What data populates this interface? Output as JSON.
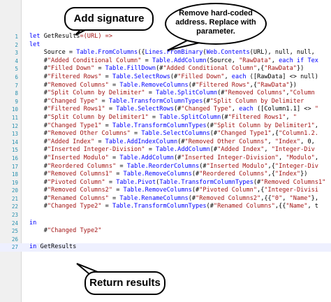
{
  "callouts": {
    "signature": "Add signature",
    "remove_hardcoded": "Remove hard-coded address. Replace with parameter.",
    "return_results": "Return results"
  },
  "lines": [
    {
      "n": "1",
      "tokens": [
        {
          "t": "let ",
          "c": "kw"
        },
        {
          "t": "GetResults",
          "c": "id"
        },
        {
          "t": "=(URL) =>",
          "c": "str"
        }
      ]
    },
    {
      "n": "2",
      "tokens": [
        {
          "t": "let",
          "c": "kw"
        }
      ]
    },
    {
      "n": "3",
      "tokens": [
        {
          "t": "    Source = ",
          "c": "id"
        },
        {
          "t": "Table.FromColumns",
          "c": "fn"
        },
        {
          "t": "({",
          "c": "id"
        },
        {
          "t": "Lines.FromBinary",
          "c": "fn"
        },
        {
          "t": "(",
          "c": "id"
        },
        {
          "t": "Web.Contents",
          "c": "fn"
        },
        {
          "t": "(URL), null, null,",
          "c": "id"
        }
      ]
    },
    {
      "n": "4",
      "tokens": [
        {
          "t": "    #",
          "c": "id"
        },
        {
          "t": "\"Added Conditional Column\"",
          "c": "str"
        },
        {
          "t": " = ",
          "c": "id"
        },
        {
          "t": "Table.AddColumn",
          "c": "fn"
        },
        {
          "t": "(Source, ",
          "c": "id"
        },
        {
          "t": "\"RawData\"",
          "c": "str"
        },
        {
          "t": ", ",
          "c": "id"
        },
        {
          "t": "each if Tex",
          "c": "kw"
        }
      ]
    },
    {
      "n": "5",
      "tokens": [
        {
          "t": "    #",
          "c": "id"
        },
        {
          "t": "\"Filled Down\"",
          "c": "str"
        },
        {
          "t": " = ",
          "c": "id"
        },
        {
          "t": "Table.FillDown",
          "c": "fn"
        },
        {
          "t": "(#",
          "c": "id"
        },
        {
          "t": "\"Added Conditional Column\"",
          "c": "str"
        },
        {
          "t": ",{",
          "c": "id"
        },
        {
          "t": "\"RawData\"",
          "c": "str"
        },
        {
          "t": "})",
          "c": "id"
        }
      ]
    },
    {
      "n": "6",
      "tokens": [
        {
          "t": "    #",
          "c": "id"
        },
        {
          "t": "\"Filtered Rows\"",
          "c": "str"
        },
        {
          "t": " = ",
          "c": "id"
        },
        {
          "t": "Table.SelectRows",
          "c": "fn"
        },
        {
          "t": "(#",
          "c": "id"
        },
        {
          "t": "\"Filled Down\"",
          "c": "str"
        },
        {
          "t": ", ",
          "c": "id"
        },
        {
          "t": "each",
          "c": "kw"
        },
        {
          "t": " ([RawData] <> null)",
          "c": "id"
        }
      ]
    },
    {
      "n": "7",
      "tokens": [
        {
          "t": "    #",
          "c": "id"
        },
        {
          "t": "\"Removed Columns\"",
          "c": "str"
        },
        {
          "t": " = ",
          "c": "id"
        },
        {
          "t": "Table.RemoveColumns",
          "c": "fn"
        },
        {
          "t": "(#",
          "c": "id"
        },
        {
          "t": "\"Filtered Rows\"",
          "c": "str"
        },
        {
          "t": ",{",
          "c": "id"
        },
        {
          "t": "\"RawData\"",
          "c": "str"
        },
        {
          "t": "})",
          "c": "id"
        }
      ]
    },
    {
      "n": "8",
      "tokens": [
        {
          "t": "    #",
          "c": "id"
        },
        {
          "t": "\"Split Column by Delimiter\"",
          "c": "str"
        },
        {
          "t": " = ",
          "c": "id"
        },
        {
          "t": "Table.SplitColumn",
          "c": "fn"
        },
        {
          "t": "(#",
          "c": "id"
        },
        {
          "t": "\"Removed Columns\"",
          "c": "str"
        },
        {
          "t": ",",
          "c": "id"
        },
        {
          "t": "\"Column",
          "c": "str"
        }
      ]
    },
    {
      "n": "9",
      "tokens": [
        {
          "t": "    #",
          "c": "id"
        },
        {
          "t": "\"Changed Type\"",
          "c": "str"
        },
        {
          "t": " = ",
          "c": "id"
        },
        {
          "t": "Table.TransformColumnTypes",
          "c": "fn"
        },
        {
          "t": "(#",
          "c": "id"
        },
        {
          "t": "\"Split Column by Delimiter",
          "c": "str"
        }
      ]
    },
    {
      "n": "10",
      "tokens": [
        {
          "t": "    #",
          "c": "id"
        },
        {
          "t": "\"Filtered Rows1\"",
          "c": "str"
        },
        {
          "t": " = ",
          "c": "id"
        },
        {
          "t": "Table.SelectRows",
          "c": "fn"
        },
        {
          "t": "(#",
          "c": "id"
        },
        {
          "t": "\"Changed Type\"",
          "c": "str"
        },
        {
          "t": ", ",
          "c": "id"
        },
        {
          "t": "each",
          "c": "kw"
        },
        {
          "t": " ([Column1.1] <> ",
          "c": "id"
        },
        {
          "t": "\"",
          "c": "str"
        }
      ]
    },
    {
      "n": "11",
      "tokens": [
        {
          "t": "    #",
          "c": "id"
        },
        {
          "t": "\"Split Column by Delimiter1\"",
          "c": "str"
        },
        {
          "t": " = ",
          "c": "id"
        },
        {
          "t": "Table.SplitColumn",
          "c": "fn"
        },
        {
          "t": "(#",
          "c": "id"
        },
        {
          "t": "\"Filtered Rows1\"",
          "c": "str"
        },
        {
          "t": ", ",
          "c": "id"
        },
        {
          "t": "\"",
          "c": "str"
        }
      ]
    },
    {
      "n": "12",
      "tokens": [
        {
          "t": "    #",
          "c": "id"
        },
        {
          "t": "\"Changed Type1\"",
          "c": "str"
        },
        {
          "t": " = ",
          "c": "id"
        },
        {
          "t": "Table.TransformColumnTypes",
          "c": "fn"
        },
        {
          "t": "(#",
          "c": "id"
        },
        {
          "t": "\"Split Column by Delimiter1\"",
          "c": "str"
        },
        {
          "t": ",",
          "c": "id"
        }
      ]
    },
    {
      "n": "13",
      "tokens": [
        {
          "t": "    #",
          "c": "id"
        },
        {
          "t": "\"Removed Other Columns\"",
          "c": "str"
        },
        {
          "t": " = ",
          "c": "id"
        },
        {
          "t": "Table.SelectColumns",
          "c": "fn"
        },
        {
          "t": "(#",
          "c": "id"
        },
        {
          "t": "\"Changed Type1\"",
          "c": "str"
        },
        {
          "t": ",{",
          "c": "id"
        },
        {
          "t": "\"Column1.2.",
          "c": "str"
        }
      ]
    },
    {
      "n": "14",
      "tokens": [
        {
          "t": "    #",
          "c": "id"
        },
        {
          "t": "\"Added Index\"",
          "c": "str"
        },
        {
          "t": " = ",
          "c": "id"
        },
        {
          "t": "Table.AddIndexColumn",
          "c": "fn"
        },
        {
          "t": "(#",
          "c": "id"
        },
        {
          "t": "\"Removed Other Columns\"",
          "c": "str"
        },
        {
          "t": ", ",
          "c": "id"
        },
        {
          "t": "\"Index\"",
          "c": "str"
        },
        {
          "t": ", 0,",
          "c": "id"
        }
      ]
    },
    {
      "n": "15",
      "tokens": [
        {
          "t": "    #",
          "c": "id"
        },
        {
          "t": "\"Inserted Integer-Division\"",
          "c": "str"
        },
        {
          "t": " = ",
          "c": "id"
        },
        {
          "t": "Table.AddColumn",
          "c": "fn"
        },
        {
          "t": "(#",
          "c": "id"
        },
        {
          "t": "\"Added Index\"",
          "c": "str"
        },
        {
          "t": ", ",
          "c": "id"
        },
        {
          "t": "\"Integer-Div",
          "c": "str"
        }
      ]
    },
    {
      "n": "16",
      "tokens": [
        {
          "t": "    #",
          "c": "id"
        },
        {
          "t": "\"Inserted Modulo\"",
          "c": "str"
        },
        {
          "t": " = ",
          "c": "id"
        },
        {
          "t": "Table.AddColumn",
          "c": "fn"
        },
        {
          "t": "(#",
          "c": "id"
        },
        {
          "t": "\"Inserted Integer-Division\"",
          "c": "str"
        },
        {
          "t": ", ",
          "c": "id"
        },
        {
          "t": "\"Modulo\"",
          "c": "str"
        },
        {
          "t": ",",
          "c": "id"
        }
      ]
    },
    {
      "n": "17",
      "tokens": [
        {
          "t": "    #",
          "c": "id"
        },
        {
          "t": "\"Reordered Columns\"",
          "c": "str"
        },
        {
          "t": " = ",
          "c": "id"
        },
        {
          "t": "Table.ReorderColumns",
          "c": "fn"
        },
        {
          "t": "(#",
          "c": "id"
        },
        {
          "t": "\"Inserted Modulo\"",
          "c": "str"
        },
        {
          "t": ",{",
          "c": "id"
        },
        {
          "t": "\"Integer-Div",
          "c": "str"
        }
      ]
    },
    {
      "n": "18",
      "tokens": [
        {
          "t": "    #",
          "c": "id"
        },
        {
          "t": "\"Removed Columns1\"",
          "c": "str"
        },
        {
          "t": " = ",
          "c": "id"
        },
        {
          "t": "Table.RemoveColumns",
          "c": "fn"
        },
        {
          "t": "(#",
          "c": "id"
        },
        {
          "t": "\"Reordered Columns\"",
          "c": "str"
        },
        {
          "t": ",{",
          "c": "id"
        },
        {
          "t": "\"Index\"",
          "c": "str"
        },
        {
          "t": "})",
          "c": "id"
        }
      ]
    },
    {
      "n": "19",
      "tokens": [
        {
          "t": "    #",
          "c": "id"
        },
        {
          "t": "\"Pivoted Column\"",
          "c": "str"
        },
        {
          "t": " = ",
          "c": "id"
        },
        {
          "t": "Table.Pivot",
          "c": "fn"
        },
        {
          "t": "(",
          "c": "id"
        },
        {
          "t": "Table.TransformColumnTypes",
          "c": "fn"
        },
        {
          "t": "(#",
          "c": "id"
        },
        {
          "t": "\"Removed Columns1\"",
          "c": "str"
        }
      ]
    },
    {
      "n": "20",
      "tokens": [
        {
          "t": "    #",
          "c": "id"
        },
        {
          "t": "\"Removed Columns2\"",
          "c": "str"
        },
        {
          "t": " = ",
          "c": "id"
        },
        {
          "t": "Table.RemoveColumns",
          "c": "fn"
        },
        {
          "t": "(#",
          "c": "id"
        },
        {
          "t": "\"Pivoted Column\"",
          "c": "str"
        },
        {
          "t": ",{",
          "c": "id"
        },
        {
          "t": "\"Integer-Divisi",
          "c": "str"
        }
      ]
    },
    {
      "n": "21",
      "tokens": [
        {
          "t": "    #",
          "c": "id"
        },
        {
          "t": "\"Renamed Columns\"",
          "c": "str"
        },
        {
          "t": " = ",
          "c": "id"
        },
        {
          "t": "Table.RenameColumns",
          "c": "fn"
        },
        {
          "t": "(#",
          "c": "id"
        },
        {
          "t": "\"Removed Columns2\"",
          "c": "str"
        },
        {
          "t": ",{{",
          "c": "id"
        },
        {
          "t": "\"0\"",
          "c": "str"
        },
        {
          "t": ", ",
          "c": "id"
        },
        {
          "t": "\"Name\"",
          "c": "str"
        },
        {
          "t": "},",
          "c": "id"
        }
      ]
    },
    {
      "n": "22",
      "tokens": [
        {
          "t": "    #",
          "c": "id"
        },
        {
          "t": "\"Changed Type2\"",
          "c": "str"
        },
        {
          "t": " = ",
          "c": "id"
        },
        {
          "t": "Table.TransformColumnTypes",
          "c": "fn"
        },
        {
          "t": "(#",
          "c": "id"
        },
        {
          "t": "\"Renamed Columns\"",
          "c": "str"
        },
        {
          "t": ",{{",
          "c": "id"
        },
        {
          "t": "\"Name\"",
          "c": "str"
        },
        {
          "t": ", t",
          "c": "id"
        }
      ]
    },
    {
      "n": "23",
      "tokens": []
    },
    {
      "n": "24",
      "tokens": [
        {
          "t": "in",
          "c": "kw"
        }
      ]
    },
    {
      "n": "25",
      "tokens": [
        {
          "t": "    #",
          "c": "id"
        },
        {
          "t": "\"Changed Type2\"",
          "c": "str"
        }
      ]
    },
    {
      "n": "26",
      "tokens": []
    },
    {
      "n": "27",
      "tokens": [
        {
          "t": "in ",
          "c": "kw"
        },
        {
          "t": "GetResults",
          "c": "id"
        }
      ],
      "current": true
    }
  ]
}
